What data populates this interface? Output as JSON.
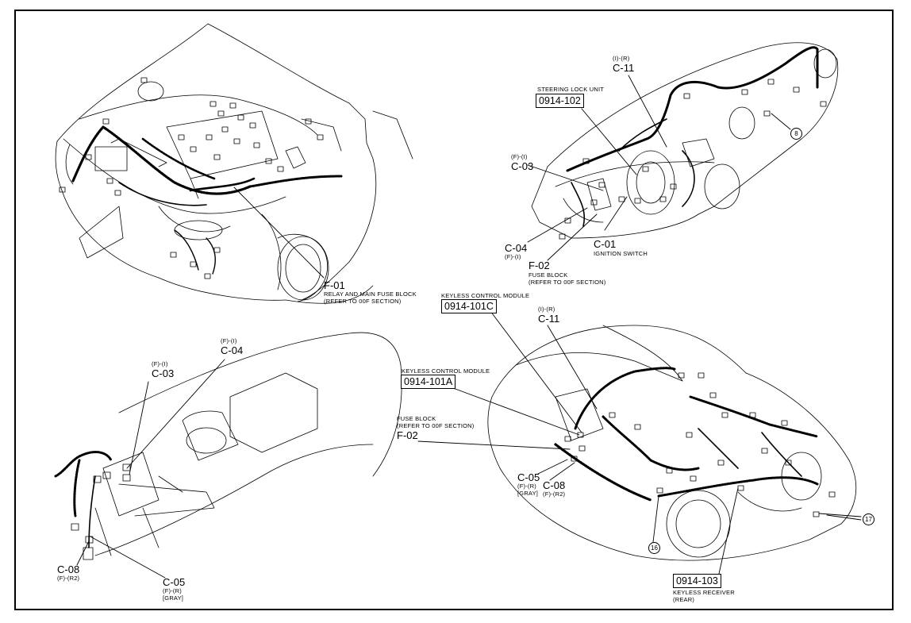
{
  "diagram": {
    "top_left": {
      "f01": {
        "code": "F-01",
        "desc1": "RELAY AND MAIN FUSE BLOCK",
        "desc2": "(REFER TO 00F SECTION)"
      }
    },
    "top_right": {
      "c11": {
        "sub": "(I)-(R)",
        "code": "C-11"
      },
      "steering_lock": {
        "label": "STEERING LOCK UNIT",
        "ref": "0914-102"
      },
      "c03": {
        "sub": "(F)-(I)",
        "code": "C-03"
      },
      "circle8": "8",
      "c04": {
        "code": "C-04",
        "sub": "(F)-(I)"
      },
      "c01": {
        "code": "C-01",
        "desc": "IGNITION SWITCH"
      },
      "f02": {
        "code": "F-02",
        "desc1": "FUSE BLOCK",
        "desc2": "(REFER TO 00F SECTION)"
      }
    },
    "bottom_left": {
      "c04": {
        "sub": "(F)-(I)",
        "code": "C-04"
      },
      "c03": {
        "sub": "(F)-(I)",
        "code": "C-03"
      },
      "c08": {
        "code": "C-08",
        "sub": "(F)-(R2)"
      },
      "c05": {
        "code": "C-05",
        "sub": "(F)-(R)",
        "color": "[GRAY]"
      }
    },
    "bottom_right": {
      "kcm_c": {
        "label": "KEYLESS CONTROL MODULE",
        "ref": "0914-101C"
      },
      "c11": {
        "sub": "(I)-(R)",
        "code": "C-11"
      },
      "kcm_a": {
        "label": "KEYLESS CONTROL MODULE",
        "ref": "0914-101A"
      },
      "f02": {
        "desc1": "FUSE BLOCK",
        "desc2": "(REFER TO 00F SECTION)",
        "code": "F-02"
      },
      "c05": {
        "code": "C-05",
        "sub": "(F)-(R)",
        "color": "[GRAY]"
      },
      "c08": {
        "code": "C-08",
        "sub": "(F)-(R2)"
      },
      "circle17": "17",
      "circle16": "16",
      "receiver": {
        "ref": "0914-103",
        "desc1": "KEYLESS RECEIVER",
        "desc2": "(REAR)"
      }
    }
  }
}
